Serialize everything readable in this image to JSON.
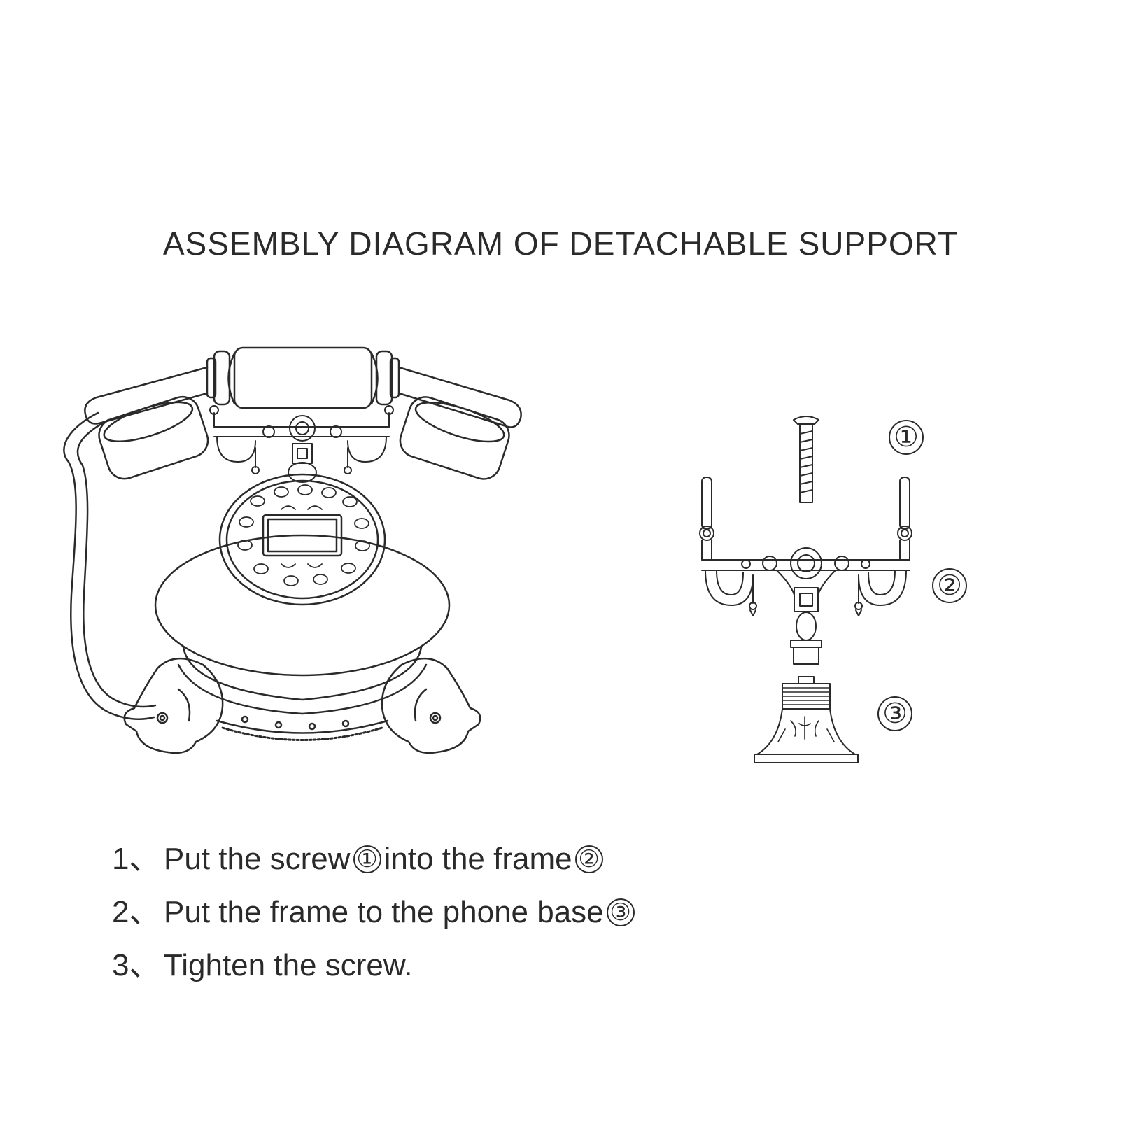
{
  "title": "ASSEMBLY DIAGRAM OF DETACHABLE SUPPORT",
  "callouts": [
    "①",
    "②",
    "③"
  ],
  "steps": [
    {
      "num": "1、",
      "parts": [
        "Put the screw ",
        "into the frame"
      ],
      "marks": [
        "①",
        "②"
      ]
    },
    {
      "num": "2、",
      "parts": [
        "Put the frame to the phone base"
      ],
      "marks": [
        "③"
      ]
    },
    {
      "num": "3、",
      "parts": [
        "Tighten the screw."
      ],
      "marks": []
    }
  ],
  "colors": {
    "line": "#2a2a2a",
    "background": "#ffffff"
  }
}
